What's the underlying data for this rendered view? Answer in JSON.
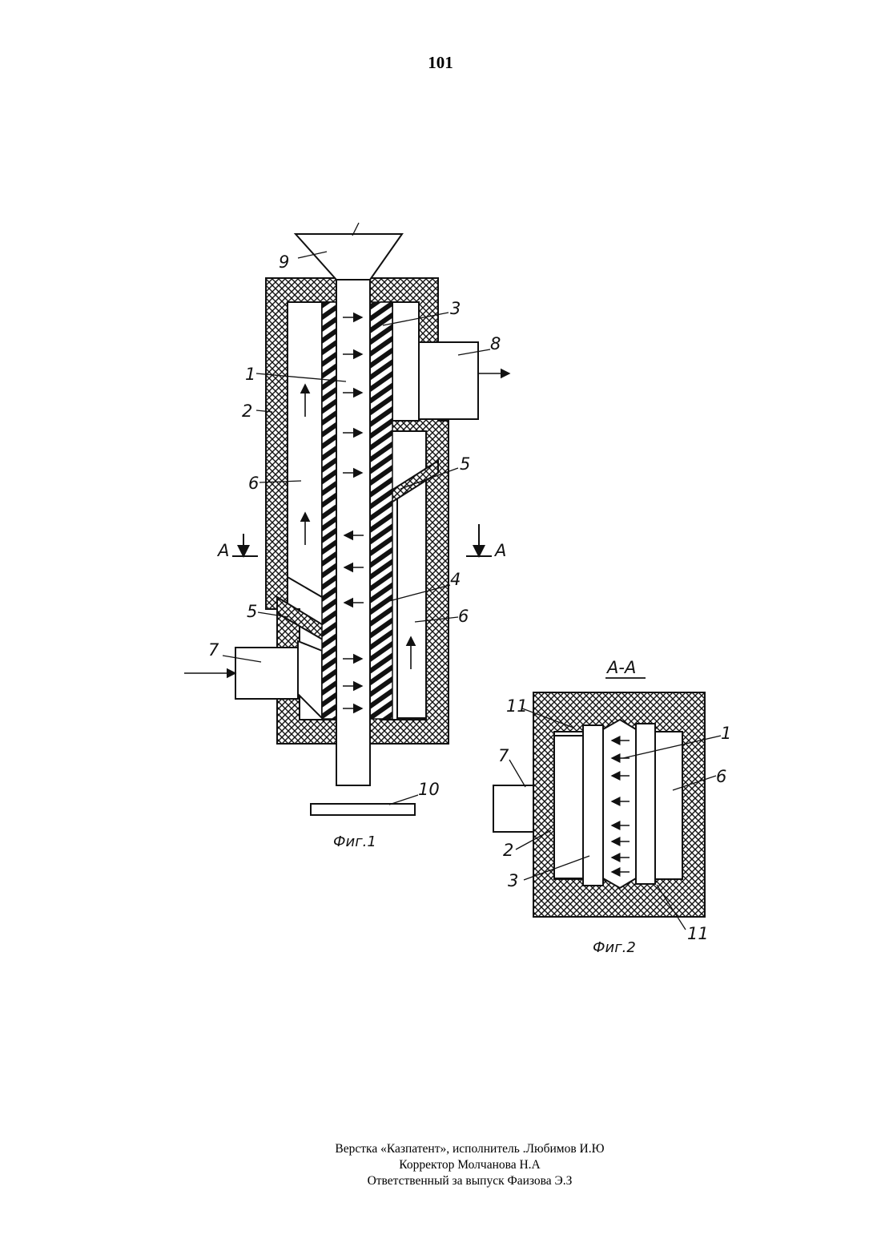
{
  "page_number": "101",
  "figure1": {
    "caption": "Фиг.1",
    "labels": {
      "l1": "1",
      "l2": "2",
      "l3": "3",
      "l4": "4",
      "l5a": "5",
      "l5b": "5",
      "l6a": "6",
      "l6b": "6",
      "l7": "7",
      "l8": "8",
      "l9": "9",
      "l10": "10",
      "sectionA_left": "A",
      "sectionA_right": "A"
    }
  },
  "figure2": {
    "title": "A-A",
    "caption": "Фиг.2",
    "labels": {
      "l1": "1",
      "l2": "2",
      "l3": "3",
      "l6": "6",
      "l7": "7",
      "l11a": "11",
      "l11b": "11"
    }
  },
  "footer": {
    "line1": "Верстка «Казпатент», исполнитель .Любимов И.Ю",
    "line2": "Корректор Молчанова Н.А",
    "line3": "Ответственный за выпуск Фаизова Э.З"
  }
}
